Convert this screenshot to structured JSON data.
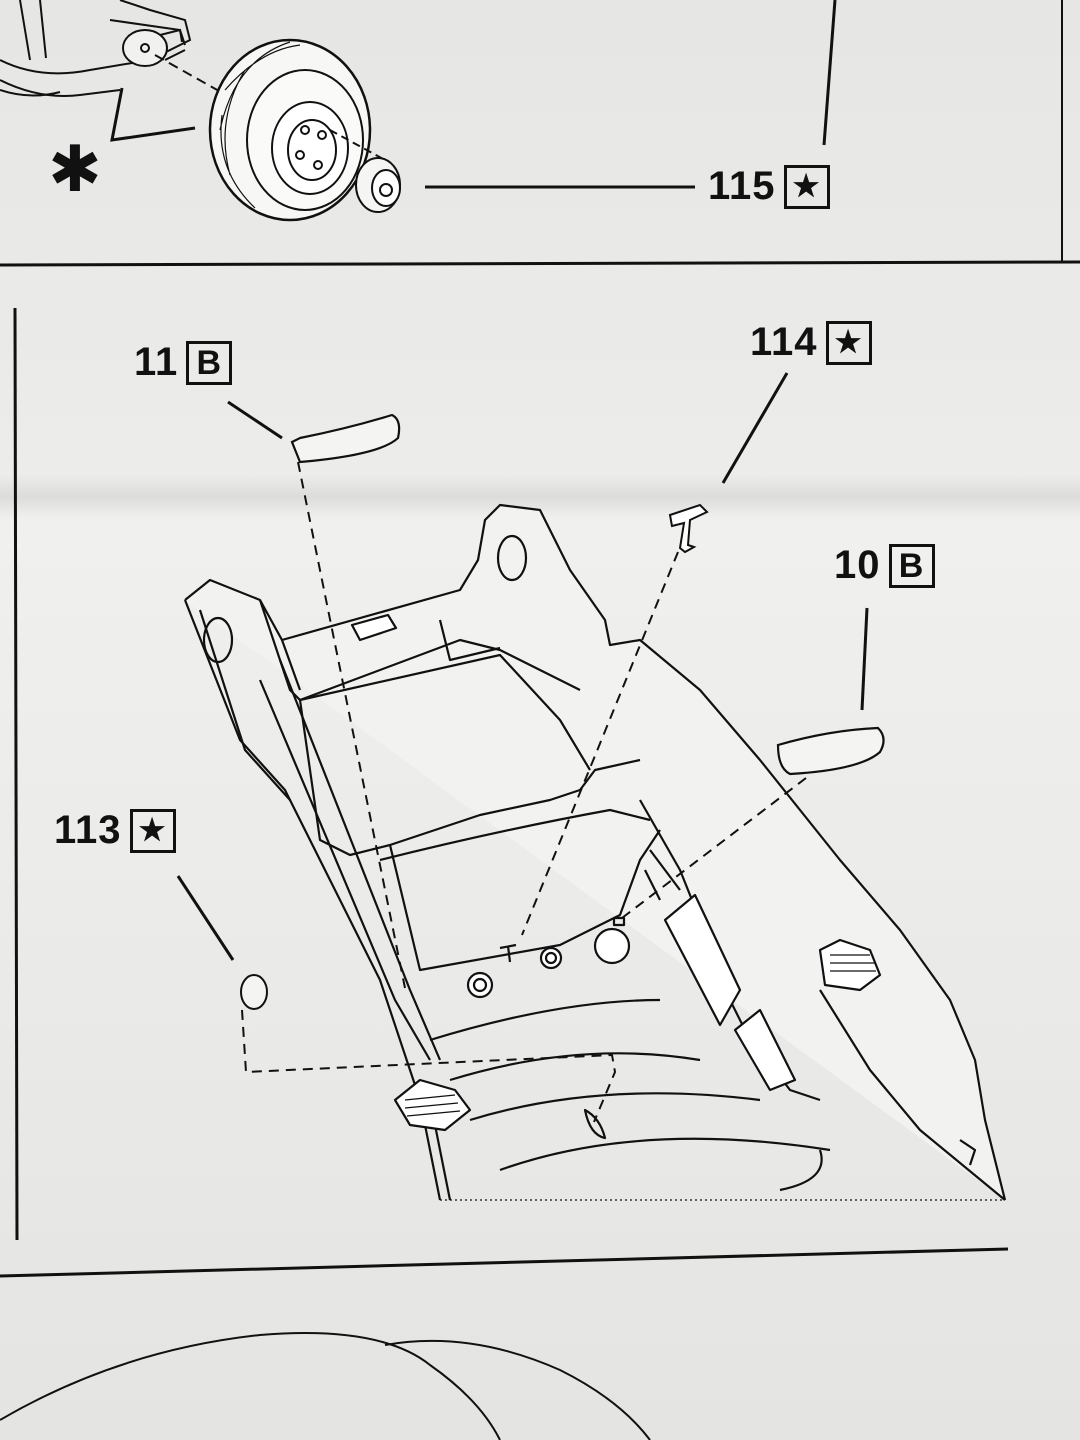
{
  "sheet": {
    "asterisk_mark": "✱",
    "callouts": [
      {
        "part": "115",
        "mark": "★",
        "mark_type": "star"
      },
      {
        "part": "11",
        "mark": "B",
        "mark_type": "letter"
      },
      {
        "part": "114",
        "mark": "★",
        "mark_type": "star"
      },
      {
        "part": "10",
        "mark": "B",
        "mark_type": "letter"
      },
      {
        "part": "113",
        "mark": "★",
        "mark_type": "star"
      }
    ]
  },
  "colors": {
    "paper": "#e9e9e7",
    "ink": "#111111",
    "part_fill": "#f1f1ef"
  }
}
